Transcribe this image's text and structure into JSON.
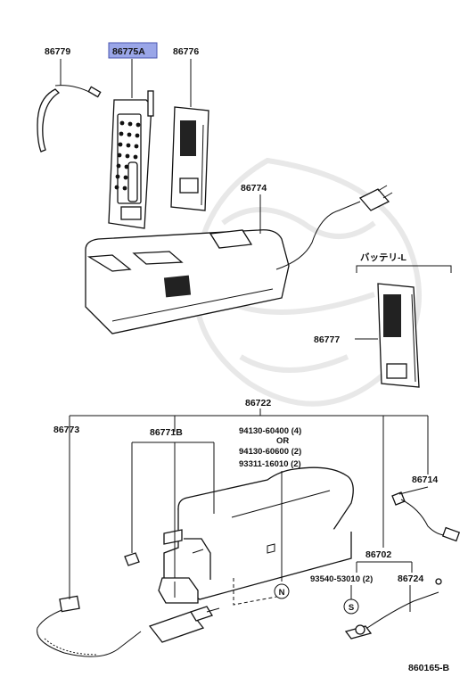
{
  "labels": {
    "p86779": "86779",
    "p86775A": "86775A",
    "p86776": "86776",
    "p86774": "86774",
    "battery_group": "バッテリ-L",
    "p86777": "86777",
    "p86722": "86722",
    "p86773": "86773",
    "p86771B": "86771B",
    "bolt1": "94130-60400 (4)",
    "or_text": "OR",
    "bolt2": "94130-60600 (2)",
    "bolt3": "93311-16010 (2)",
    "p86714": "86714",
    "p86702": "86702",
    "p93540": "93540-53010 (2)",
    "p86724": "86724",
    "marker_s": "S",
    "marker_n": "N",
    "figure_code": "860165-B"
  },
  "colors": {
    "highlight_fill": "#9aa6e8",
    "highlight_border": "#4a55b0",
    "line": "#111111",
    "watermark": "#d9d9d9"
  }
}
